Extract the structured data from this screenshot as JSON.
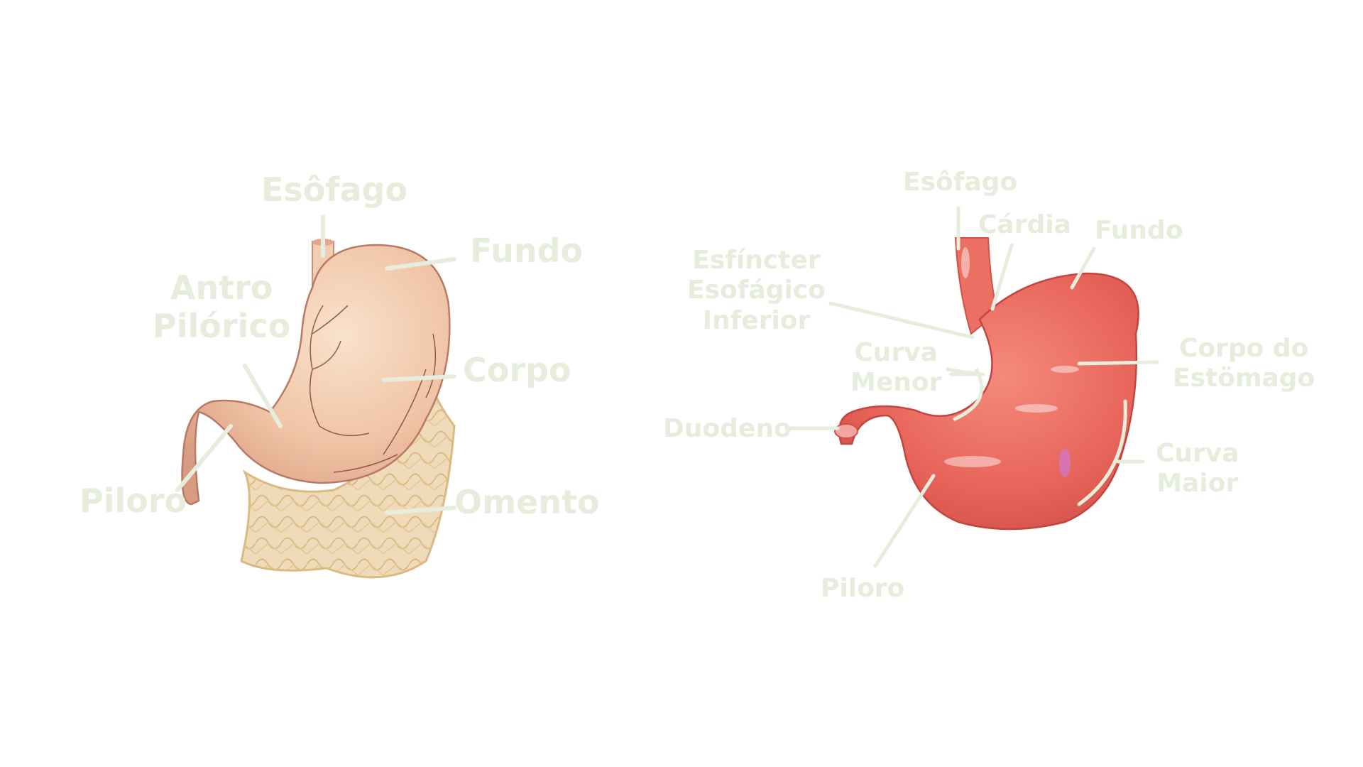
{
  "colors": {
    "label": "#e6eddc",
    "leader_line": "#e6eddc",
    "stomach_left": "#f2c2a6",
    "stomach_right": "#e9665c",
    "omentum": "#e7cfa0"
  },
  "left_diagram": {
    "labels": {
      "esofago": "Esôfago",
      "fundo": "Fundo",
      "antro": "Antro\nPilórico",
      "corpo": "Corpo",
      "piloro": "Piloro",
      "omento": "Omento"
    }
  },
  "right_diagram": {
    "labels": {
      "esofago": "Esôfago",
      "cardia": "Cárdia",
      "fundo": "Fundo",
      "esfincter": "Esfíncter\nEsofágico\nInferior",
      "corpo": "Corpo do\nEstömago",
      "curva_menor": "Curva\nMenor",
      "duodeno": "Duodeno",
      "curva_maior": "Curva\nMaior",
      "piloro": "Piloro"
    }
  }
}
